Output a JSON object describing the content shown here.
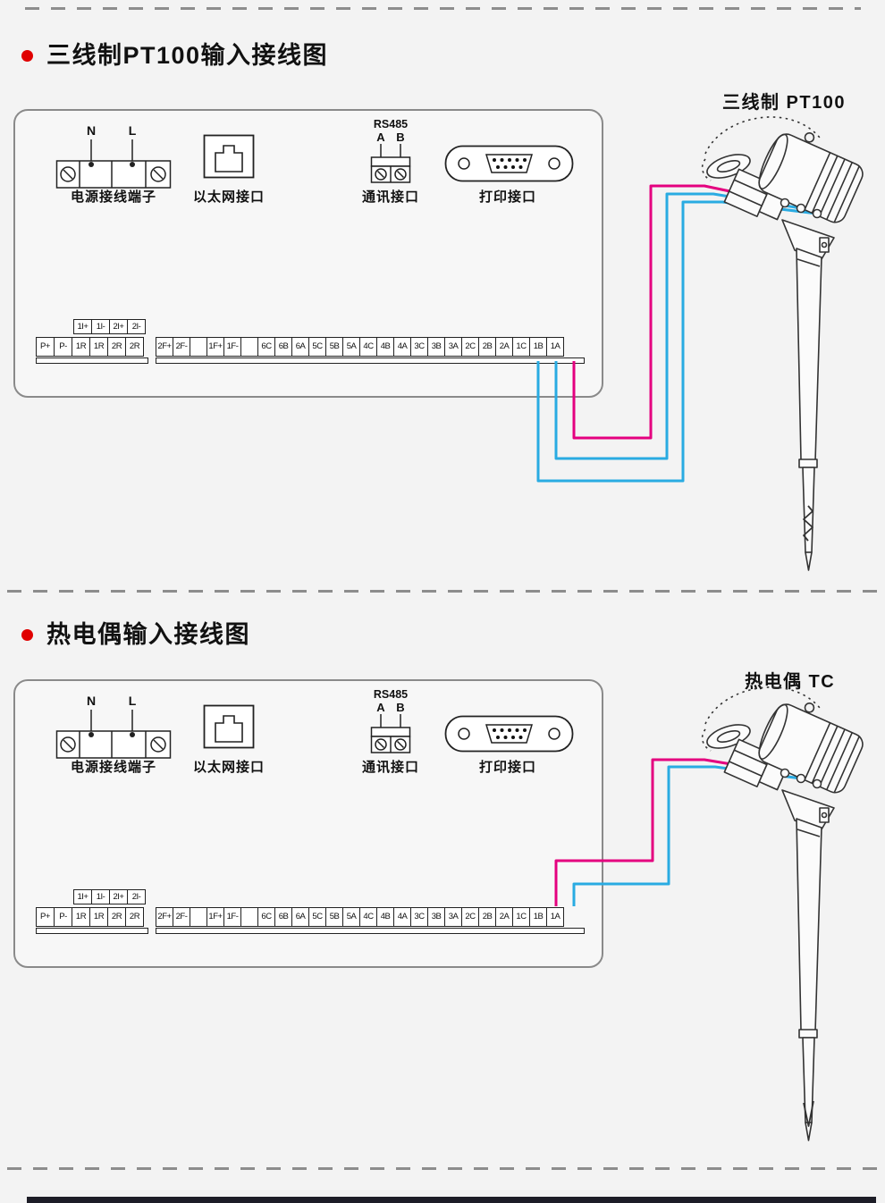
{
  "colors": {
    "wire_pink": "#e4007f",
    "wire_cyan": "#29abe2",
    "bullet_red": "#e00000",
    "diagram_line": "#333333"
  },
  "sections": [
    {
      "title": "三线制PT100输入接线图",
      "sensor_label": "三线制 PT100",
      "device": {
        "power_label": "电源接线端子",
        "power_n": "N",
        "power_l": "L",
        "ethernet_label": "以太网接口",
        "rs485_title": "RS485",
        "rs485_a": "A",
        "rs485_b": "B",
        "comm_label": "通讯接口",
        "print_label": "打印接口",
        "current_terminals": [
          "1I+",
          "1I-",
          "2I+",
          "2I-"
        ],
        "left_terminals": [
          "P+",
          "P-",
          "1R",
          "1R",
          "2R",
          "2R"
        ],
        "main_terminals": [
          "2F+",
          "2F-",
          "",
          "1F+",
          "1F-",
          "",
          "6C",
          "6B",
          "6A",
          "5C",
          "5B",
          "5A",
          "4C",
          "4B",
          "4A",
          "3C",
          "3B",
          "3A",
          "2C",
          "2B",
          "2A",
          "1C",
          "1B",
          "1A"
        ]
      },
      "wiring": {
        "pink_wire_terminal": "1A",
        "cyan_wire_terminals": [
          "1B",
          "1C"
        ]
      }
    },
    {
      "title": "热电偶输入接线图",
      "sensor_label": "热电偶 TC",
      "device": {
        "power_label": "电源接线端子",
        "power_n": "N",
        "power_l": "L",
        "ethernet_label": "以太网接口",
        "rs485_title": "RS485",
        "rs485_a": "A",
        "rs485_b": "B",
        "comm_label": "通讯接口",
        "print_label": "打印接口",
        "current_terminals": [
          "1I+",
          "1I-",
          "2I+",
          "2I-"
        ],
        "left_terminals": [
          "P+",
          "P-",
          "1R",
          "1R",
          "2R",
          "2R"
        ],
        "main_terminals": [
          "2F+",
          "2F-",
          "",
          "1F+",
          "1F-",
          "",
          "6C",
          "6B",
          "6A",
          "5C",
          "5B",
          "5A",
          "4C",
          "4B",
          "4A",
          "3C",
          "3B",
          "3A",
          "2C",
          "2B",
          "2A",
          "1C",
          "1B",
          "1A"
        ]
      },
      "wiring": {
        "pink_wire_terminal": "1B",
        "cyan_wire_terminals": [
          "1A"
        ]
      }
    }
  ]
}
